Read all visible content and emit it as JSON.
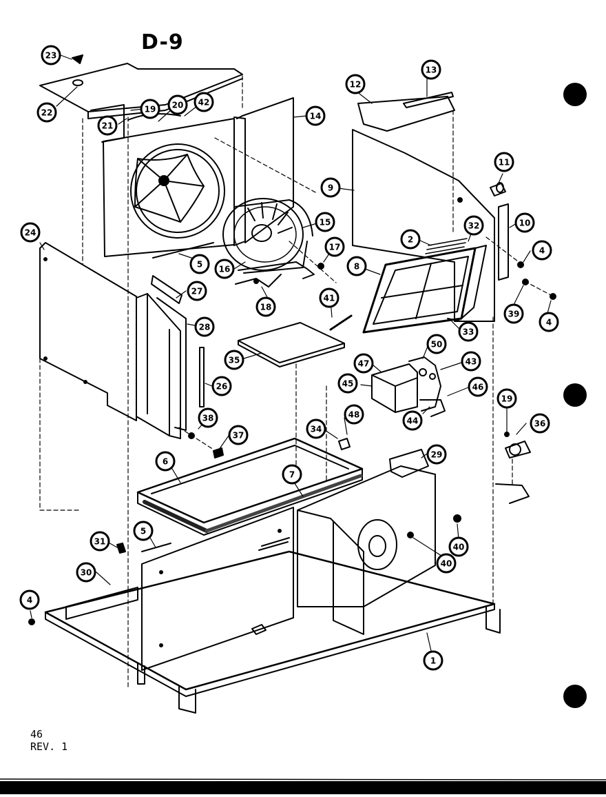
{
  "page_title": "D-9",
  "page_number": "46",
  "revision": "REV. 1",
  "callouts": [
    {
      "label": "23"
    },
    {
      "label": "22"
    },
    {
      "label": "19"
    },
    {
      "label": "20"
    },
    {
      "label": "42"
    },
    {
      "label": "21"
    },
    {
      "label": "14"
    },
    {
      "label": "12"
    },
    {
      "label": "13"
    },
    {
      "label": "9"
    },
    {
      "label": "11"
    },
    {
      "label": "15"
    },
    {
      "label": "24"
    },
    {
      "label": "5"
    },
    {
      "label": "16"
    },
    {
      "label": "17"
    },
    {
      "label": "18"
    },
    {
      "label": "2"
    },
    {
      "label": "32"
    },
    {
      "label": "10"
    },
    {
      "label": "4"
    },
    {
      "label": "8"
    },
    {
      "label": "27"
    },
    {
      "label": "41"
    },
    {
      "label": "39"
    },
    {
      "label": "4"
    },
    {
      "label": "33"
    },
    {
      "label": "28"
    },
    {
      "label": "50"
    },
    {
      "label": "35"
    },
    {
      "label": "47"
    },
    {
      "label": "43"
    },
    {
      "label": "45"
    },
    {
      "label": "46"
    },
    {
      "label": "26"
    },
    {
      "label": "44"
    },
    {
      "label": "19"
    },
    {
      "label": "38"
    },
    {
      "label": "37"
    },
    {
      "label": "48"
    },
    {
      "label": "34"
    },
    {
      "label": "36"
    },
    {
      "label": "6"
    },
    {
      "label": "29"
    },
    {
      "label": "7"
    },
    {
      "label": "5"
    },
    {
      "label": "31"
    },
    {
      "label": "40"
    },
    {
      "label": "40"
    },
    {
      "label": "30"
    },
    {
      "label": "4"
    },
    {
      "label": "1"
    }
  ]
}
